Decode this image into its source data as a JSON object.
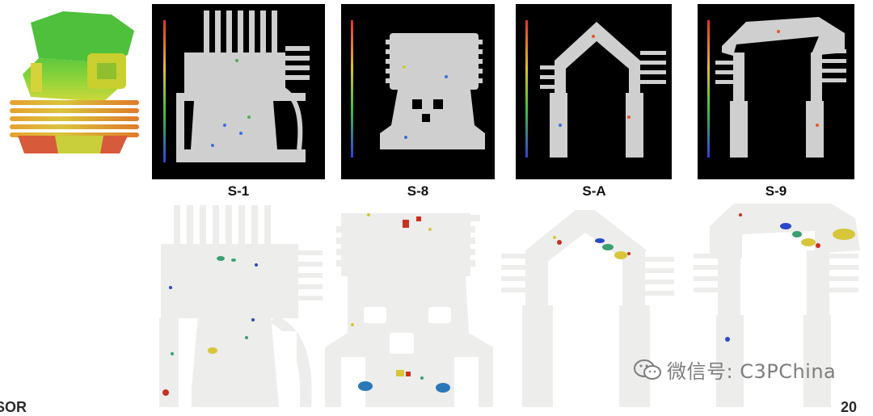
{
  "panels": [
    {
      "caption": "S-1"
    },
    {
      "caption": "S-8"
    },
    {
      "caption": "S-A"
    },
    {
      "caption": "S-9"
    }
  ],
  "watermark": {
    "text": "微信号: C3PChina",
    "icon": "wechat-icon"
  },
  "corner_logo": {
    "text": "SOR"
  },
  "page_number": {
    "text": "20"
  },
  "colors": {
    "panel_bg": "#000000",
    "part_gray": "#cfcfcf",
    "flat_gray": "#ededeb",
    "watermark_gray": "#7d7d7d"
  }
}
